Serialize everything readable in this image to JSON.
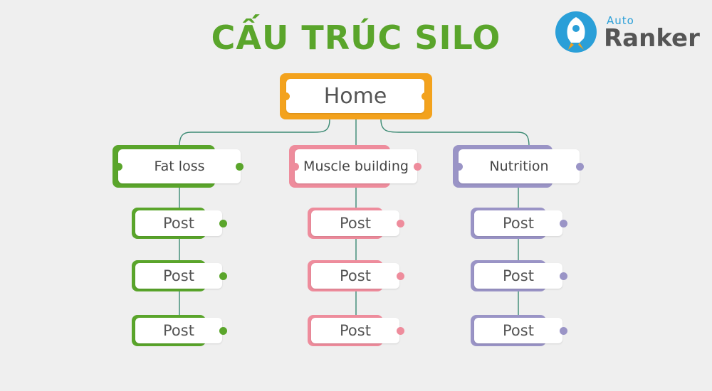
{
  "title": "CẤU TRÚC SILO",
  "logo": {
    "top_text": "Auto",
    "main_text": "Ranker",
    "icon": "rocket-icon"
  },
  "home": {
    "label": "Home",
    "color": "#f3a21d"
  },
  "categories": [
    {
      "label": "Fat loss",
      "color": "#5aa52b",
      "posts": [
        "Post",
        "Post",
        "Post"
      ]
    },
    {
      "label": "Muscle building",
      "color": "#ee8c9c",
      "posts": [
        "Post",
        "Post",
        "Post"
      ]
    },
    {
      "label": "Nutrition",
      "color": "#9a94c6",
      "posts": [
        "Post",
        "Post",
        "Post"
      ]
    }
  ]
}
